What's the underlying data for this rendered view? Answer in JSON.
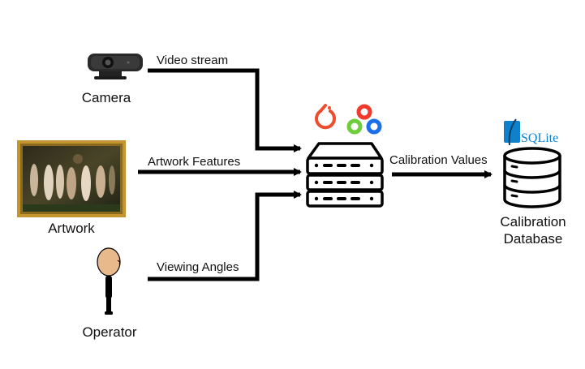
{
  "nodes": {
    "camera": {
      "label": "Camera",
      "icon": "webcam-icon"
    },
    "artwork": {
      "label": "Artwork",
      "icon": "painting-icon"
    },
    "operator": {
      "label": "Operator",
      "icon": "person-icon"
    },
    "server": {
      "icon": "server-icon",
      "logos": [
        "pytorch-logo",
        "opencv-logo"
      ]
    },
    "database": {
      "label_line1": "Calibration",
      "label_line2": "Database",
      "icon": "database-icon",
      "logo": "sqlite-logo",
      "logo_text": "SQLite"
    }
  },
  "edges": {
    "video": {
      "label": "Video stream"
    },
    "features": {
      "label": "Artwork Features"
    },
    "angles": {
      "label": "Viewing Angles"
    },
    "calibration": {
      "label": "Calibration Values"
    }
  },
  "colors": {
    "arrow": "#000000",
    "pytorch": "#EE4C2C",
    "opencv_red": "#F2392B",
    "opencv_green": "#6FCC3A",
    "opencv_blue": "#1C6FEB",
    "sqlite_blue": "#0F80CC",
    "skin": "#E8B98B",
    "frame_gold": "#C4952F"
  }
}
